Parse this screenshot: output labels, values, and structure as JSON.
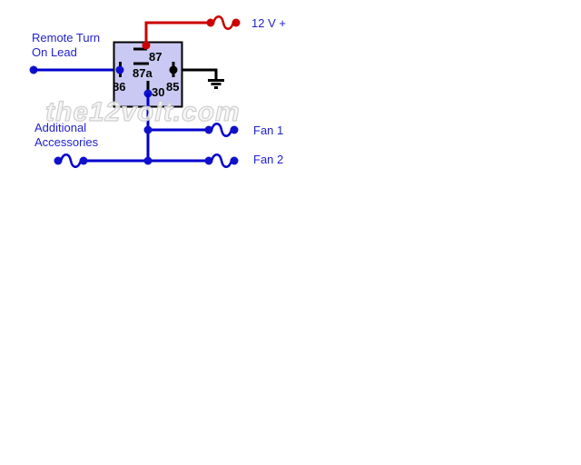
{
  "diagram": {
    "title_context": "relay wiring diagram",
    "labels": {
      "power": "12 V +",
      "remote": "Remote Turn\nOn Lead",
      "accessories": "Additional\nAccessories",
      "fan1": "Fan 1",
      "fan2": "Fan 2"
    },
    "relay_pins": {
      "pin87": "87",
      "pin87a": "87a",
      "pin86": "86",
      "pin85": "85",
      "pin30": "30"
    },
    "watermark": "the12volt.com",
    "colors": {
      "wire_blue": "#0000CC",
      "wire_red": "#CC0000",
      "wire_black": "#000000",
      "relay_fill": "#C9C9F3",
      "label_blue": "#2222CC",
      "watermark_gray": "#CFCFCF",
      "background": "#FFFFFF"
    }
  }
}
